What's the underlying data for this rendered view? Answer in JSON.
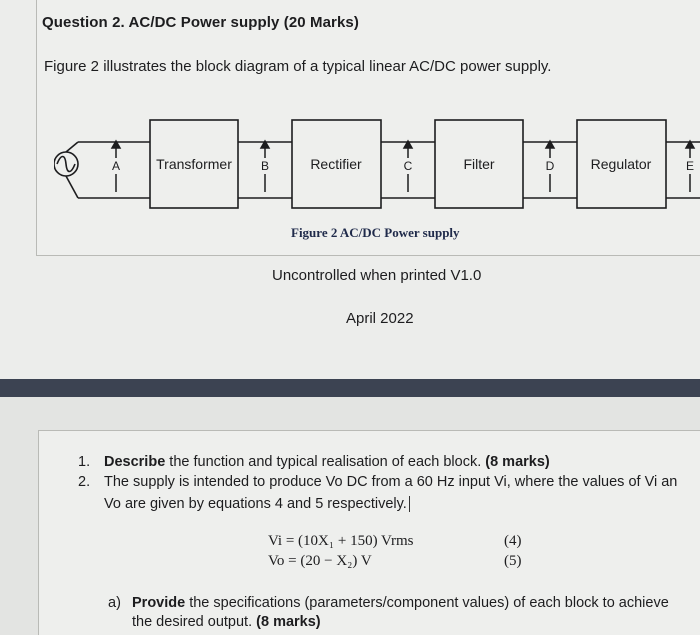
{
  "question": {
    "title": "Question 2. AC/DC Power supply (20 Marks)",
    "intro": "Figure 2 illustrates the block diagram of a typical linear AC/DC power supply."
  },
  "diagram": {
    "blocks": [
      "Transformer",
      "Rectifier",
      "Filter",
      "Regulator"
    ],
    "points": [
      "A",
      "B",
      "C",
      "D",
      "E"
    ],
    "source_icon": "ac-source-icon"
  },
  "caption": "Figure 2 AC/DC Power supply",
  "footer": {
    "uncontrolled": "Uncontrolled when printed V1.0",
    "date": "April 2022"
  },
  "tasks": {
    "item1": {
      "num": "1.",
      "bold": "Describe",
      "text": " the function and typical realisation of each block. ",
      "marks": "(8 marks)"
    },
    "item2": {
      "num": "2.",
      "line1": "The supply is intended to produce Vo DC from a 60 Hz input Vi, where the values of Vi an",
      "line2": "Vo are given by equations 4 and 5 respectively."
    },
    "equations": [
      {
        "text": "Vi = (10X₁ + 150) Vrms",
        "num": "(4)"
      },
      {
        "text": "Vo = (20 − X₂) V",
        "num": "(5)"
      }
    ],
    "item_a": {
      "num": "a)",
      "bold": "Provide",
      "line1": " the specifications (parameters/component values) of each block to achieve",
      "line2": "the desired output. ",
      "marks": "(8 marks)"
    }
  }
}
